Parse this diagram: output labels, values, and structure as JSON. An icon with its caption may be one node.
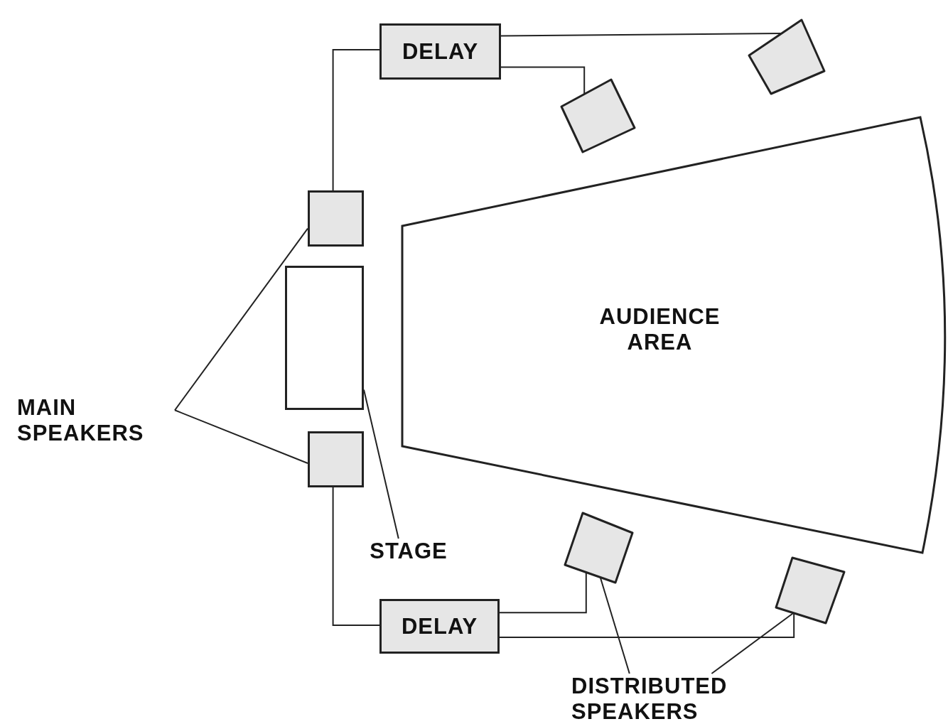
{
  "diagram": {
    "nodes": [
      {
        "text": [
          "DELAY"
        ]
      },
      {
        "text": [],
        "shape": "box"
      },
      {
        "text": [],
        "shape": "box"
      },
      {
        "text": [],
        "shape": "box"
      },
      {
        "text": [],
        "shape": "box"
      },
      {
        "text": [
          "AUDIENCE AREA"
        ]
      },
      {
        "text": [],
        "shape": "box"
      },
      {
        "text": [],
        "shape": "box"
      },
      {
        "text": [],
        "shape": "box"
      },
      {
        "text": [
          "DELAY"
        ]
      },
      {
        "text": [
          "MAIN SPEAKERS"
        ]
      },
      {
        "text": [
          "STAGE"
        ]
      },
      {
        "text": [
          "DISTRIBUTED SPEAKERS"
        ]
      }
    ],
    "edges": [
      {
        "from": 3,
        "to": 0,
        "arrow": "none"
      },
      {
        "from": 0,
        "to": 1,
        "arrow": "none"
      },
      {
        "from": 0,
        "to": 2,
        "arrow": "none"
      },
      {
        "from": 6,
        "to": 9,
        "arrow": "none"
      },
      {
        "from": 9,
        "to": 7,
        "arrow": "none"
      },
      {
        "from": 9,
        "to": 8,
        "arrow": "none"
      },
      {
        "from": 10,
        "to": 3,
        "arrow": "none"
      },
      {
        "from": 10,
        "to": 6,
        "arrow": "none"
      },
      {
        "from": 11,
        "to": 4,
        "arrow": "none"
      },
      {
        "from": 12,
        "to": 7,
        "arrow": "none"
      },
      {
        "from": 12,
        "to": 8,
        "arrow": "none"
      }
    ]
  }
}
